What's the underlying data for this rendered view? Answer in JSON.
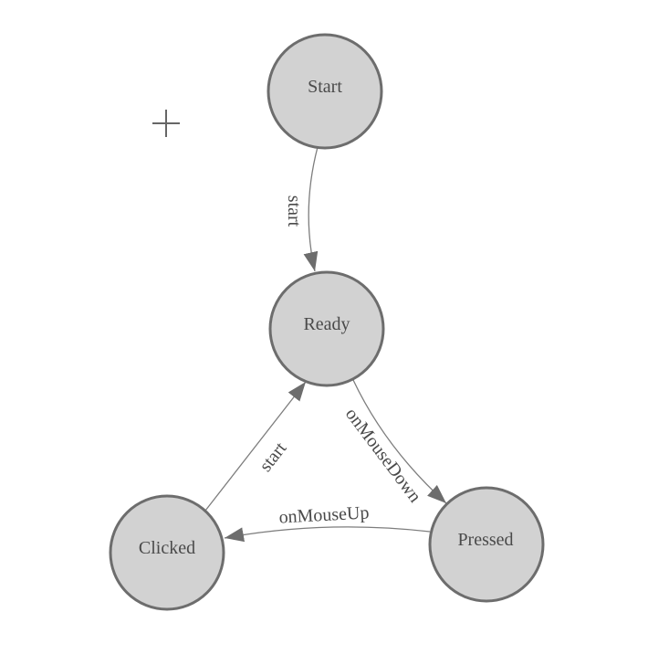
{
  "diagram": {
    "type": "state-machine",
    "nodes": [
      {
        "id": "start",
        "label": "Start"
      },
      {
        "id": "ready",
        "label": "Ready"
      },
      {
        "id": "clicked",
        "label": "Clicked"
      },
      {
        "id": "pressed",
        "label": "Pressed"
      }
    ],
    "edges": [
      {
        "id": "start-to-ready",
        "label": "start",
        "from": "start",
        "to": "ready"
      },
      {
        "id": "ready-to-pressed",
        "label": "onMouseDown",
        "from": "ready",
        "to": "pressed"
      },
      {
        "id": "clicked-to-ready",
        "label": "start",
        "from": "clicked",
        "to": "ready"
      },
      {
        "id": "pressed-to-clicked",
        "label": "onMouseUp",
        "from": "pressed",
        "to": "clicked"
      }
    ],
    "icons": {
      "crosshair": "plus-crosshair"
    },
    "colors": {
      "background": "#ffffff",
      "node_fill": "#d2d2d2",
      "node_border": "#6d6d6d",
      "edge_line": "#7d7d7d",
      "arrowhead": "#6d6d6d",
      "label_text": "#4a4a4a",
      "crosshair": "#666666"
    }
  }
}
